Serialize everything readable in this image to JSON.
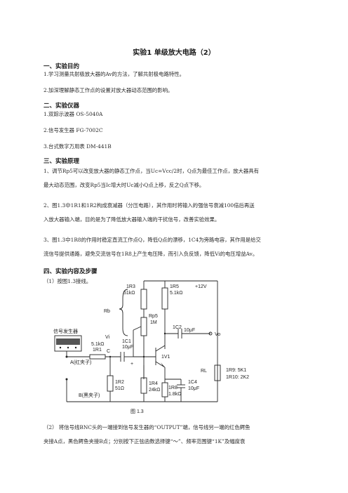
{
  "title": "实验1 单级放大电路（2）",
  "sections": {
    "s1": {
      "heading": "一、实验目的",
      "items": [
        "1.学习测量共射极放大器的Av的方法，了解共射极电路特性。",
        "2.加深理解静态工作点的设置对放大器动态范围的影响。"
      ]
    },
    "s2": {
      "heading": "二、实验仪器",
      "items": [
        "1.双踪示波器 OS-5040A",
        "2.信号发生器 FG-7002C",
        "3.台式数字万用表 DM-441B"
      ]
    },
    "s3": {
      "heading": "三、实验原理",
      "p1": [
        "1、调节Rp5可以改变放大器的静态工作点，当Uc=Vcc/2时，Q点为最佳工作点，放大器具有",
        "最大动态范围，改变Rp5当Ic增大时Uc减小Q点上移，反之Q点下移。"
      ],
      "p2": [
        "2、图1.3中1R1和1R2构成衰减器（分压电路），其作用时将输入的强信号衰减100倍后再送",
        "入放大器输入端，目的是为了降低放大器输入端的干扰信号，改善实验效果。"
      ],
      "p3": [
        "3、图1.3中1R8的作用时稳定直流工作点Q，降低Q点的漂移，1C4为旁路电容，其作用是给交",
        "流信号提供通路，避免交流信号在1R8上产生电压降，而引入负反馈，降低Vi的电压增益Av。"
      ]
    },
    "s4": {
      "heading": "四、实验内容及步骤",
      "step1": "（1）按图1.3接线。",
      "step2": [
        "（2）  将信号线BNC头的一端接到信号发生器的“OUTPUT”端，信号线另一端的红色鳄鱼",
        "夹接A点，黑色鳄鱼夹接B点；分别按下正弦函数选择键“～”、频率范围键“1K”及幅度衰"
      ]
    }
  },
  "circuit": {
    "labels": {
      "r3": "1R3",
      "r3v": "51kΩ",
      "r5": "1R5",
      "r5v": "5.1kΩ",
      "vcc": "+12V",
      "rb": "Rb",
      "rp5": "Rp5",
      "rp5v": "1M",
      "c2": "1C2",
      "c2v": "10μF",
      "vo": "Vo",
      "sig": "信号发生器",
      "vi": "Vi",
      "r1v": "5.1kΩ",
      "r1": "1R1",
      "c1": "1C1",
      "c1v": "10μF",
      "c": "C",
      "a": "A(红夹子)",
      "plus": "+",
      "v1": "1V1",
      "rl": "RL",
      "rl1": "1R9:  5K1",
      "rl2": "1R10: 2K2",
      "r2": "1R2",
      "r2v": "51Ω",
      "r4": "1R4",
      "r4v": "24kΩ",
      "r8": "1R8",
      "r8v": "1.8kΩ",
      "c4": "1C4",
      "c4v": "10μF",
      "b": "B(黑夹子)",
      "fig": "图  1.3"
    }
  }
}
